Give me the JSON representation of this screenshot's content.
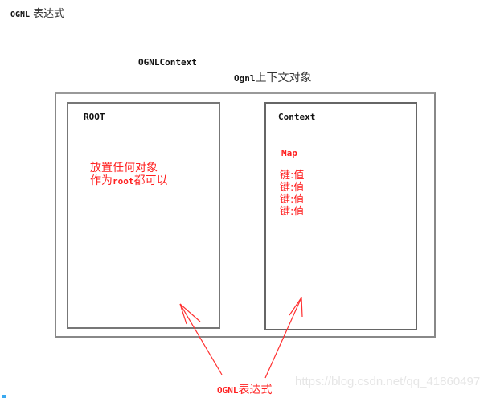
{
  "title": {
    "latin": "OGNL",
    "cjk": "表达式"
  },
  "diagram": {
    "context_label": "OGNLContext",
    "context_desc": {
      "latin": "Ognl",
      "cjk": "上下文对象"
    },
    "root_box": {
      "title": "ROOT",
      "desc_line1": "放置任何对象",
      "desc_line2_pre": "作为",
      "desc_line2_latin": "root",
      "desc_line2_post": "都可以"
    },
    "context_box": {
      "title": "Context",
      "map_label": "Map",
      "entries": [
        "键:值",
        "键:值",
        "键:值",
        "键:值"
      ]
    },
    "bottom_label": {
      "latin": "OGNL",
      "cjk": "表达式"
    },
    "colors": {
      "annotation": "#ff2020",
      "border": "#777777"
    }
  },
  "watermark": "https://blog.csdn.net/qq_41860497"
}
